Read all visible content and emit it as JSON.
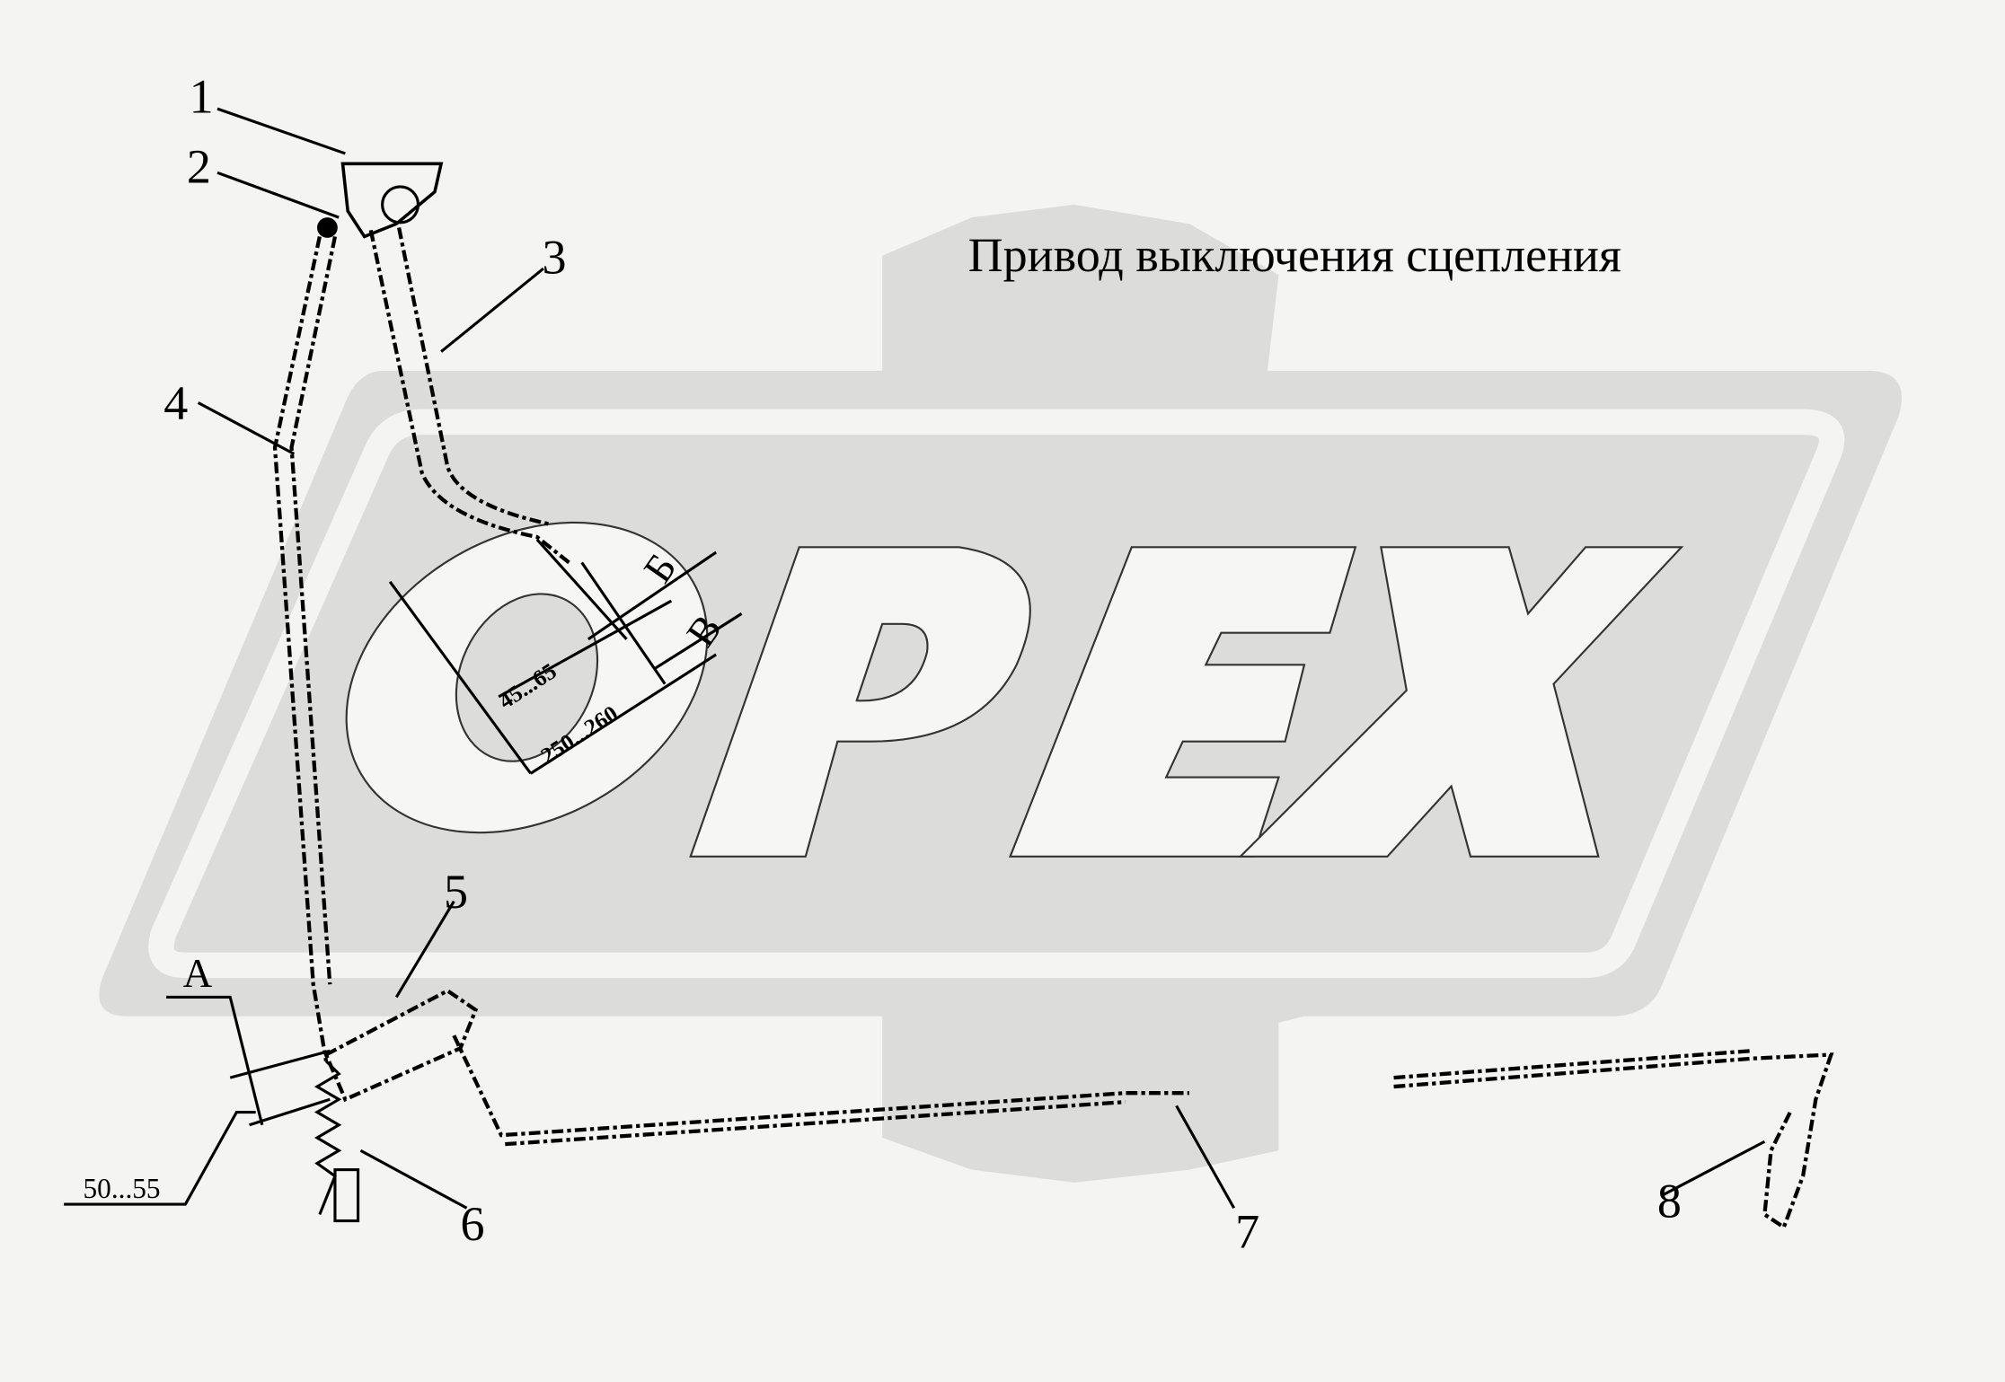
{
  "title": "Привод выключения сцепления",
  "watermark": {
    "text": "OPEX",
    "color": "#dcdcda"
  },
  "callouts": [
    "1",
    "2",
    "3",
    "4",
    "5",
    "6",
    "7",
    "8"
  ],
  "dimensions": {
    "A": "А",
    "A_value": "50...55",
    "B": "Б",
    "V": "В",
    "free_travel": "45...65",
    "full_travel": "250...260"
  },
  "colors": {
    "background": "#f4f4f2",
    "watermark": "#dcdcda",
    "line": "#000000"
  }
}
